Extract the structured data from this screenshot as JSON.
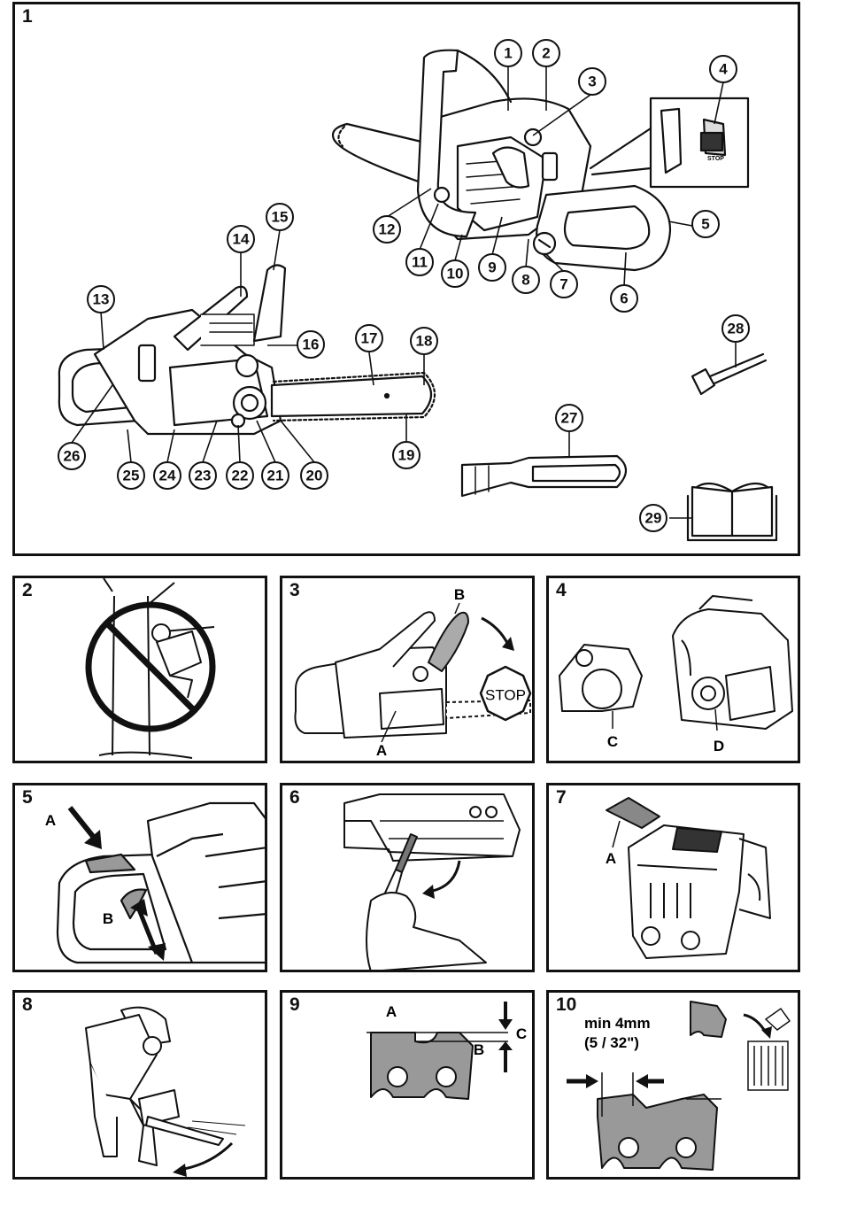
{
  "panels": {
    "p1": "1",
    "p2": "2",
    "p3": "3",
    "p4": "4",
    "p5": "5",
    "p6": "6",
    "p7": "7",
    "p8": "8",
    "p9": "9",
    "p10": "10"
  },
  "callouts": [
    "1",
    "2",
    "3",
    "4",
    "5",
    "6",
    "7",
    "8",
    "9",
    "10",
    "11",
    "12",
    "13",
    "14",
    "15",
    "16",
    "17",
    "18",
    "19",
    "20",
    "21",
    "22",
    "23",
    "24",
    "25",
    "26",
    "27",
    "28",
    "29"
  ],
  "labels": {
    "p3_a": "A",
    "p3_b": "B",
    "p3_stop": "STOP",
    "p4_c": "C",
    "p4_d": "D",
    "p5_a": "A",
    "p5_b": "B",
    "p7_a": "A",
    "p9_a": "A",
    "p9_b": "B",
    "p9_c": "C",
    "p10_min": "min 4mm",
    "p10_frac": "(5 / 32\")",
    "p1_stop_small": "STOP"
  }
}
